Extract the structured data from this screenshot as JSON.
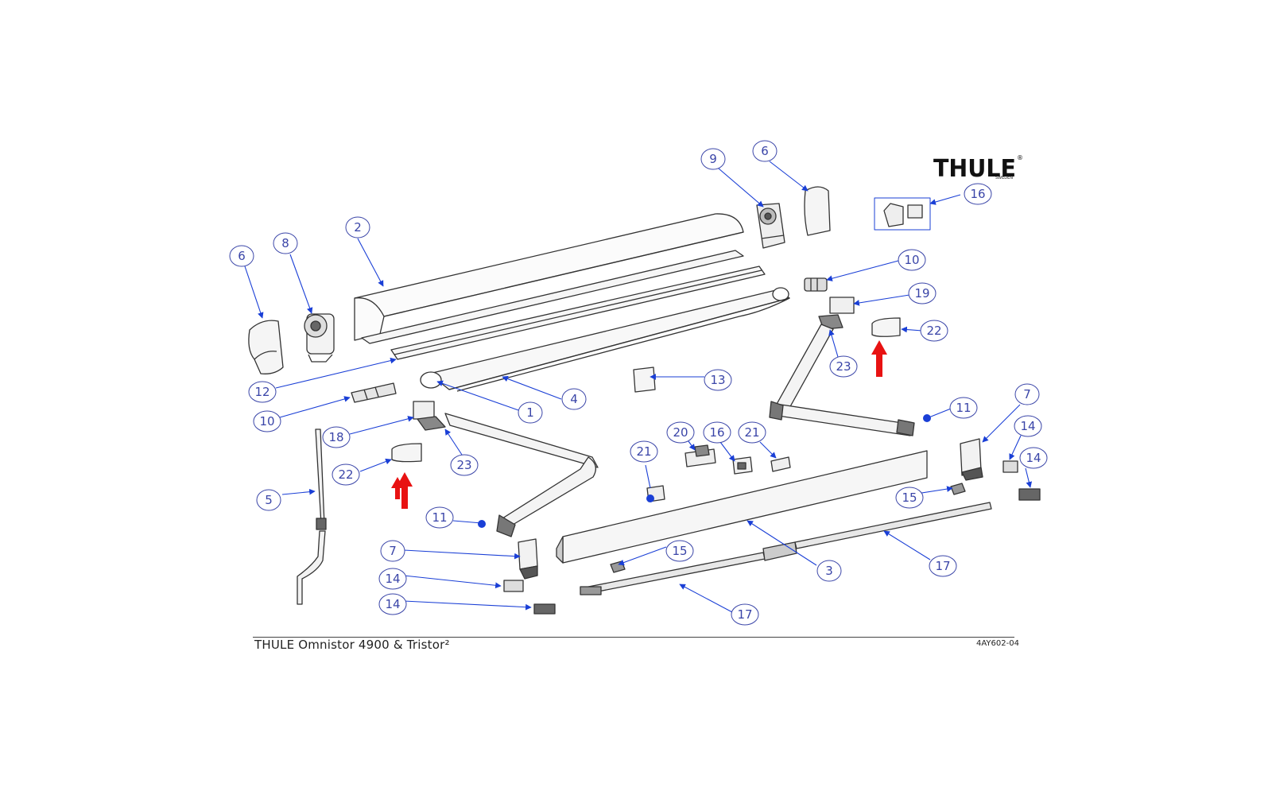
{
  "logo": {
    "brand": "THULE",
    "sub": "SWEDEN",
    "mark": "®"
  },
  "footer": {
    "caption": "THULE Omnistor 4900 & Tristor²",
    "doc_id": "4AY602-04"
  },
  "colors": {
    "callout": "#3a45a8",
    "leader": "#1a3fd6",
    "highlight_arrow": "#e81212",
    "linework": "#333333"
  },
  "callouts": [
    {
      "id": "c2",
      "label": "2"
    },
    {
      "id": "c6a",
      "label": "6"
    },
    {
      "id": "c8",
      "label": "8"
    },
    {
      "id": "c12",
      "label": "12"
    },
    {
      "id": "c10a",
      "label": "10"
    },
    {
      "id": "c1",
      "label": "1"
    },
    {
      "id": "c4",
      "label": "4"
    },
    {
      "id": "c13",
      "label": "13"
    },
    {
      "id": "c18",
      "label": "18"
    },
    {
      "id": "c23a",
      "label": "23"
    },
    {
      "id": "c22a",
      "label": "22"
    },
    {
      "id": "c5",
      "label": "5"
    },
    {
      "id": "c11a",
      "label": "11"
    },
    {
      "id": "c7a",
      "label": "7"
    },
    {
      "id": "c14a",
      "label": "14"
    },
    {
      "id": "c14b",
      "label": "14"
    },
    {
      "id": "c15a",
      "label": "15"
    },
    {
      "id": "c17a",
      "label": "17"
    },
    {
      "id": "c3",
      "label": "3"
    },
    {
      "id": "c17b",
      "label": "17"
    },
    {
      "id": "c15b",
      "label": "15"
    },
    {
      "id": "c21a",
      "label": "21"
    },
    {
      "id": "c20",
      "label": "20"
    },
    {
      "id": "c16a",
      "label": "16"
    },
    {
      "id": "c21b",
      "label": "21"
    },
    {
      "id": "c9",
      "label": "9"
    },
    {
      "id": "c6b",
      "label": "6"
    },
    {
      "id": "c16b",
      "label": "16"
    },
    {
      "id": "c10b",
      "label": "10"
    },
    {
      "id": "c19",
      "label": "19"
    },
    {
      "id": "c22b",
      "label": "22"
    },
    {
      "id": "c23b",
      "label": "23"
    },
    {
      "id": "c11b",
      "label": "11"
    },
    {
      "id": "c7b",
      "label": "7"
    },
    {
      "id": "c14c",
      "label": "14"
    },
    {
      "id": "c14d",
      "label": "14"
    }
  ]
}
